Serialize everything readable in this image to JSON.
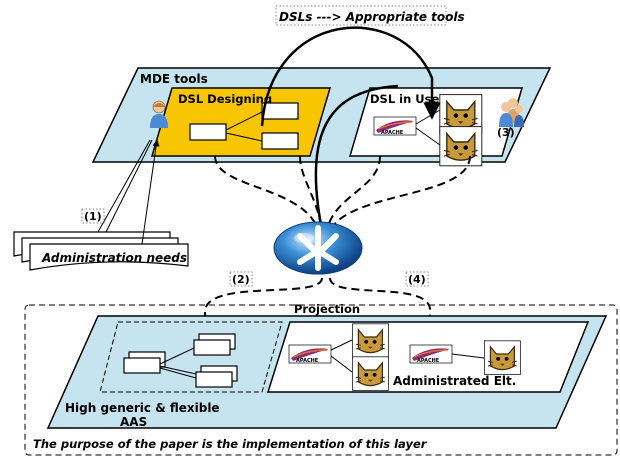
{
  "top_label": "DSLs ---> Appropriate tools",
  "mde_tools": "MDE tools",
  "dsl_designing": "DSL Designing",
  "dsl_in_use": "DSL in Use",
  "step1": "(1)",
  "step2": "(2)",
  "step3": "(3)",
  "step4": "(4)",
  "admin_needs": "Administration needs",
  "projection": "Projection",
  "aas_line1": "High generic & flexible",
  "aas_line2": "AAS",
  "administrated_elt": "Administrated Elt.",
  "purpose": "The purpose of the paper is the implementation of this layer",
  "apache_text": "APACHE",
  "colors": {
    "plane_fill": "#c6e4ef",
    "dsl_designing_fill": "#f7c600",
    "ring_blue": "#2e86c8",
    "tomcat": "#c99a3a",
    "apache_feather": "#8b2a7a"
  },
  "icons": {
    "designer": "person-icon",
    "users": "users-group-icon",
    "tool_hub": "tools-ball-icon",
    "tomcat": "tomcat-icon",
    "apache": "apache-feather-icon"
  }
}
